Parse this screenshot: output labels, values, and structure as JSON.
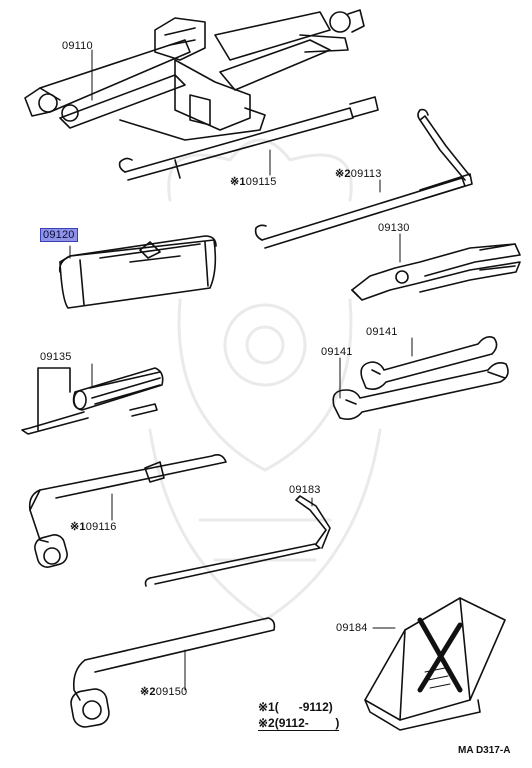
{
  "labels": {
    "jack": "09110",
    "jack_handle": "09115",
    "jack_handle_mark": "※1",
    "handle_ext": "09113",
    "handle_ext_mark": "※2",
    "tool_bag": "09120",
    "pliers": "09130",
    "screwdriver": "09135",
    "wrench_small": "09141",
    "wrench_large": "09141",
    "lug_wrench_small": "09116",
    "lug_wrench_small_mark": "※1",
    "rod": "09183",
    "lug_wrench": "09150",
    "lug_wrench_mark": "※2",
    "wheel_chock": "09184"
  },
  "notes": [
    {
      "mark": "※1",
      "text": "(      -9112)"
    },
    {
      "mark": "※2",
      "text": "(9112-        )"
    }
  ],
  "footer": "MA  D317-A",
  "colors": {
    "highlight": "#8f93e8",
    "line": "#111111"
  }
}
